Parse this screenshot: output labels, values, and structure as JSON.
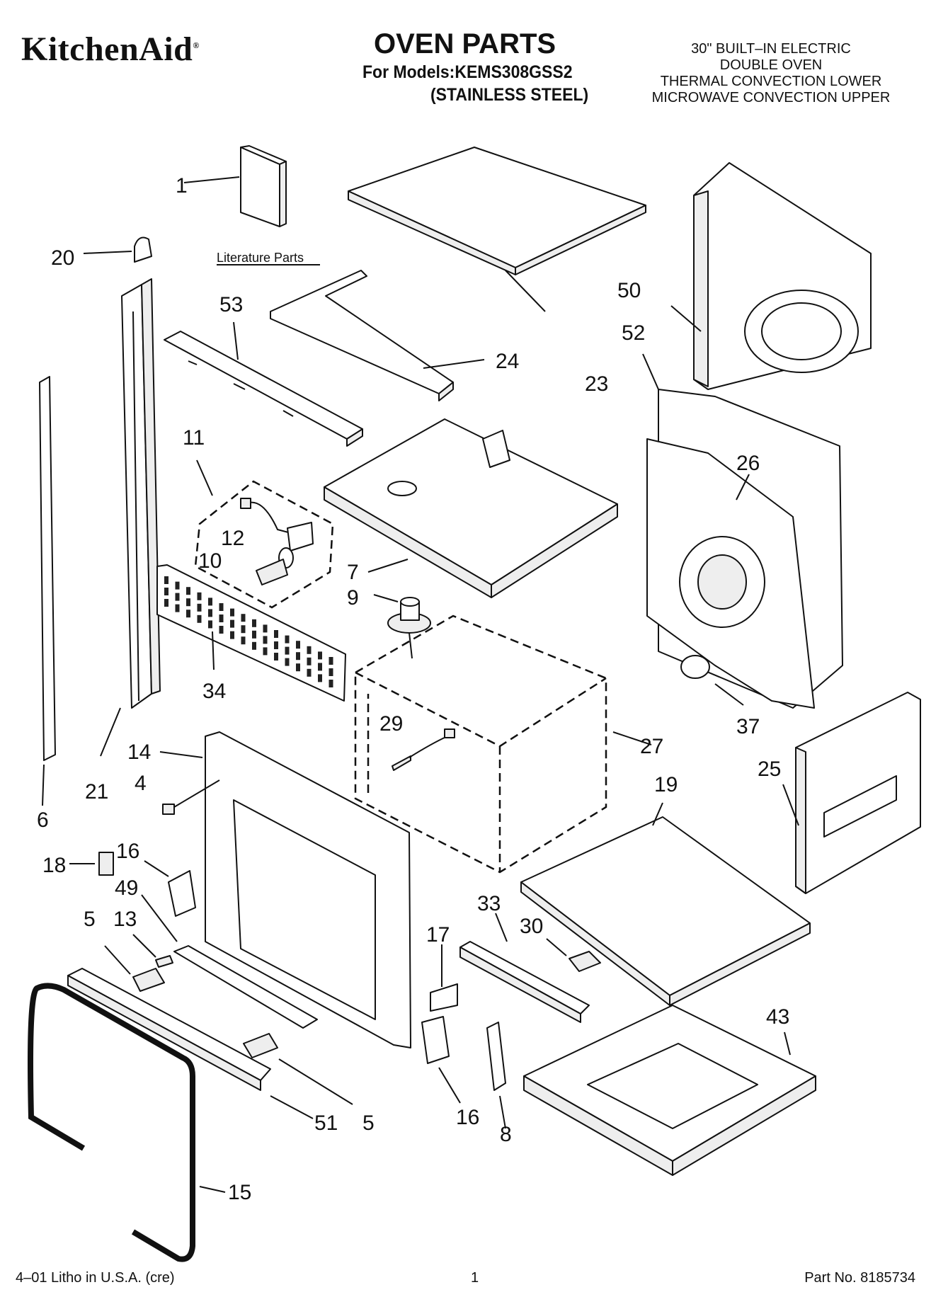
{
  "header": {
    "brand": "KitchenAid",
    "title": "OVEN PARTS",
    "models_line": "For Models:KEMS308GSS2",
    "finish_line": "(STAINLESS STEEL)",
    "description": [
      "30\" BUILT–IN ELECTRIC",
      "DOUBLE OVEN",
      "THERMAL CONVECTION LOWER",
      "MICROWAVE CONVECTION UPPER"
    ]
  },
  "literature_label": "Literature Parts",
  "callouts": [
    "1",
    "20",
    "53",
    "24",
    "23",
    "50",
    "52",
    "26",
    "11",
    "12",
    "10",
    "7",
    "9",
    "34",
    "29",
    "27",
    "37",
    "25",
    "14",
    "21",
    "6",
    "4",
    "19",
    "18",
    "16",
    "49",
    "5",
    "13",
    "33",
    "30",
    "17",
    "43",
    "16",
    "8",
    "51",
    "5",
    "15"
  ],
  "footer": {
    "litho": "4–01 Litho in U.S.A. (cre)",
    "page": "1",
    "part_no": "Part No. 8185734"
  }
}
